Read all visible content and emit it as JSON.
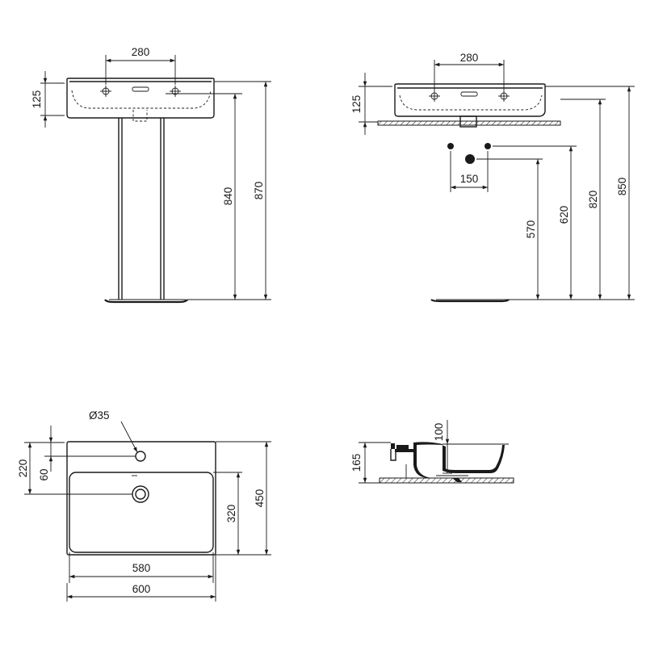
{
  "front_view": {
    "tap_spacing": "280",
    "basin_height": "125",
    "pedestal_height": "840",
    "overall_height": "870"
  },
  "side_install_view": {
    "tap_spacing": "280",
    "basin_height": "125",
    "supply_spacing": "150",
    "waste_height": "570",
    "supply_height": "620",
    "basin_underside_height": "820",
    "rim_height": "850"
  },
  "plan_view": {
    "tap_hole_diameter": "Ø35",
    "tap_hole_offset": "60",
    "waste_offset": "220",
    "bowl_depth": "320",
    "overall_depth": "450",
    "bowl_width": "580",
    "overall_width": "600"
  },
  "section_view": {
    "bowl_depth": "100",
    "overall_height": "165"
  }
}
